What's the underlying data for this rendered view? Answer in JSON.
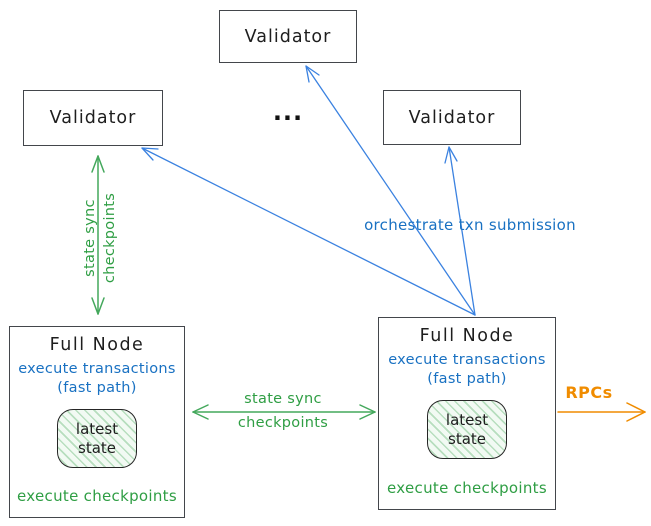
{
  "colors": {
    "blue": "#1971c2",
    "blue_arrow": "#3b82e0",
    "green": "#2f9e44",
    "green_arrow": "#44a85c",
    "orange": "#f08c00",
    "box_border": "#43464b",
    "ink": "#1e1e1e",
    "hatch_fill": "#f2faf3"
  },
  "nodes": {
    "validator_top": {
      "label": "Validator"
    },
    "validator_left": {
      "label": "Validator"
    },
    "validator_right": {
      "label": "Validator"
    },
    "ellipsis": "...",
    "full_node_left": {
      "title": "Full Node",
      "exec_line1": "execute transactions",
      "exec_line2": "(fast path)",
      "state_line1": "latest",
      "state_line2": "state",
      "footer": "execute checkpoints"
    },
    "full_node_right": {
      "title": "Full Node",
      "exec_line1": "execute transactions",
      "exec_line2": "(fast path)",
      "state_line1": "latest",
      "state_line2": "state",
      "footer": "execute checkpoints"
    }
  },
  "edges": {
    "state_sync_vertical": {
      "line1": "state sync",
      "line2": "checkpoints"
    },
    "state_sync_horizontal": {
      "line1": "state sync",
      "line2": "checkpoints"
    },
    "orchestrate": {
      "label": "orchestrate txn submission"
    },
    "rpcs": {
      "label": "RPCs"
    }
  }
}
